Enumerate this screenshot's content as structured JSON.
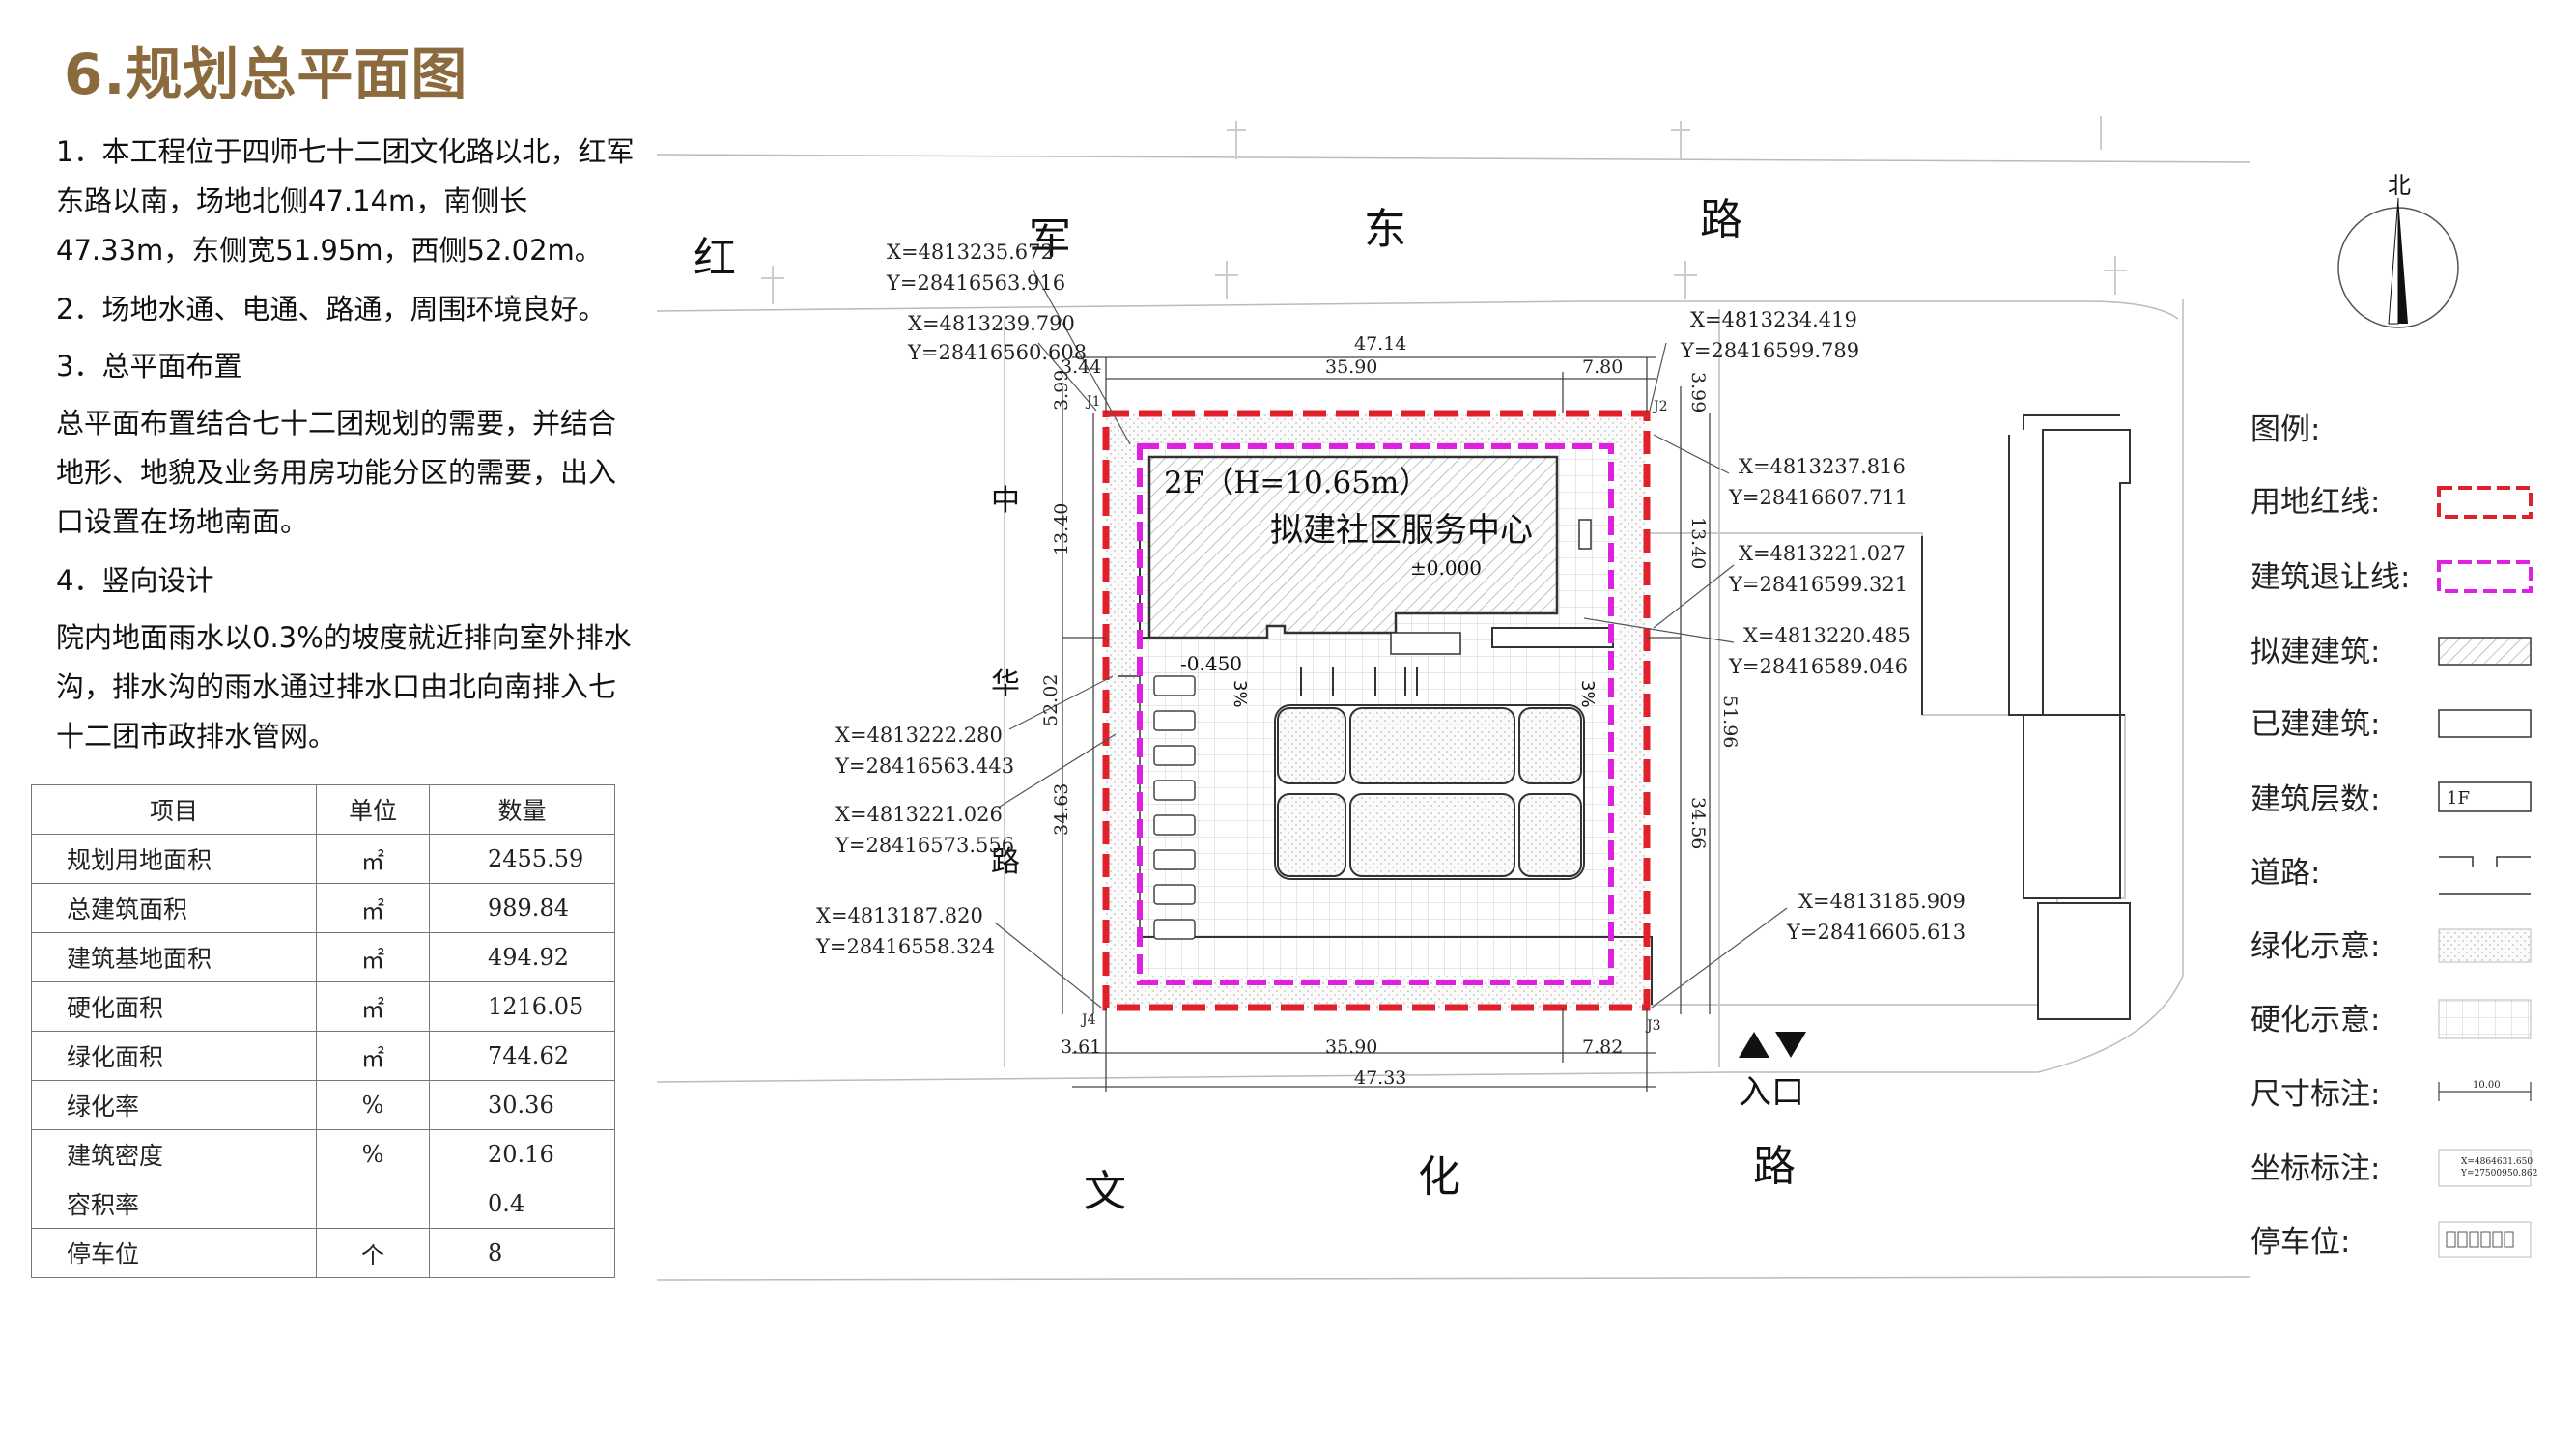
{
  "title": "6.规划总平面图",
  "description": {
    "p1": "1．本工程位于四师七十二团文化路以北，红军东路以南，场地北侧47.14m，南侧长47.33m，东侧宽51.95m，西侧52.02m。",
    "p2": "2．场地水通、电通、路通，周围环境良好。",
    "p3": "3．总平面布置",
    "p4": "总平面布置结合七十二团规划的需要，并结合地形、地貌及业务用房功能分区的需要，出入口设置在场地南面。",
    "p5": "4．竖向设计",
    "p6": "院内地面雨水以0.3%的坡度就近排向室外排水沟，排水沟的雨水通过排水口由北向南排入七十二团市政排水管网。"
  },
  "stats_table": {
    "headers": [
      "项目",
      "单位",
      "数量"
    ],
    "rows": [
      [
        "规划用地面积",
        "㎡",
        "2455.59"
      ],
      [
        "总建筑面积",
        "㎡",
        "989.84"
      ],
      [
        "建筑基地面积",
        "㎡",
        "494.92"
      ],
      [
        "硬化面积",
        "㎡",
        "1216.05"
      ],
      [
        "绿化面积",
        "㎡",
        "744.62"
      ],
      [
        "绿化率",
        "%",
        "30.36"
      ],
      [
        "建筑密度",
        "%",
        "20.16"
      ],
      [
        "容积率",
        "",
        "0.4"
      ],
      [
        "停车位",
        "个",
        "8"
      ]
    ]
  },
  "roads": {
    "north": [
      "红",
      "军",
      "东",
      "路"
    ],
    "west": [
      "中",
      "华",
      "路"
    ],
    "south": [
      "文",
      "化",
      "路"
    ]
  },
  "entrance": "入口",
  "building": {
    "floors": "2F（H=10.65m）",
    "name": "拟建社区服务中心",
    "elevation": "±0.000",
    "side_elevation": "-0.450",
    "slope": "3%"
  },
  "dimensions": {
    "north_total": "47.14",
    "north_mid": "35.90",
    "north_right": "7.80",
    "north_left": "3.44",
    "south_total": "47.33",
    "south_mid": "35.90",
    "south_right": "7.82",
    "south_left": "3.61",
    "west_total": "52.02",
    "west_top": "13.40",
    "west_bottom": "34.63",
    "west_corner": "3.99",
    "east_total": "51.96",
    "east_top": "13.40",
    "east_bottom": "34.56",
    "east_corner": "3.99"
  },
  "corner_labels": [
    "J1",
    "J2",
    "J3",
    "J4"
  ],
  "coordinates": [
    {
      "x": "X=4813235.672",
      "y": "Y=28416563.916"
    },
    {
      "x": "X=4813239.790",
      "y": "Y=28416560.608"
    },
    {
      "x": "X=4813234.419",
      "y": "Y=28416599.789"
    },
    {
      "x": "X=4813237.816",
      "y": "Y=28416607.711"
    },
    {
      "x": "X=4813221.027",
      "y": "Y=28416599.321"
    },
    {
      "x": "X=4813220.485",
      "y": "Y=28416589.046"
    },
    {
      "x": "X=4813222.280",
      "y": "Y=28416563.443"
    },
    {
      "x": "X=4813221.026",
      "y": "Y=28416573.556"
    },
    {
      "x": "X=4813187.820",
      "y": "Y=28416558.324"
    },
    {
      "x": "X=4813185.909",
      "y": "Y=28416605.613"
    }
  ],
  "compass_label": "北",
  "legend": {
    "title": "图例:",
    "items": [
      {
        "label": "用地红线:"
      },
      {
        "label": "建筑退让线:"
      },
      {
        "label": "拟建建筑:"
      },
      {
        "label": "已建建筑:"
      },
      {
        "label": "建筑层数:",
        "sample": "1F"
      },
      {
        "label": "道路:"
      },
      {
        "label": "绿化示意:"
      },
      {
        "label": "硬化示意:"
      },
      {
        "label": "尺寸标注:",
        "sample": "10.00"
      },
      {
        "label": "坐标标注:",
        "sample_x": "X=4864631.650",
        "sample_y": "Y=27500950.862"
      },
      {
        "label": "停车位:"
      }
    ]
  },
  "colors": {
    "title": "#8b6a3e",
    "red_line": "#e0202a",
    "setback_line": "#e020e0"
  }
}
